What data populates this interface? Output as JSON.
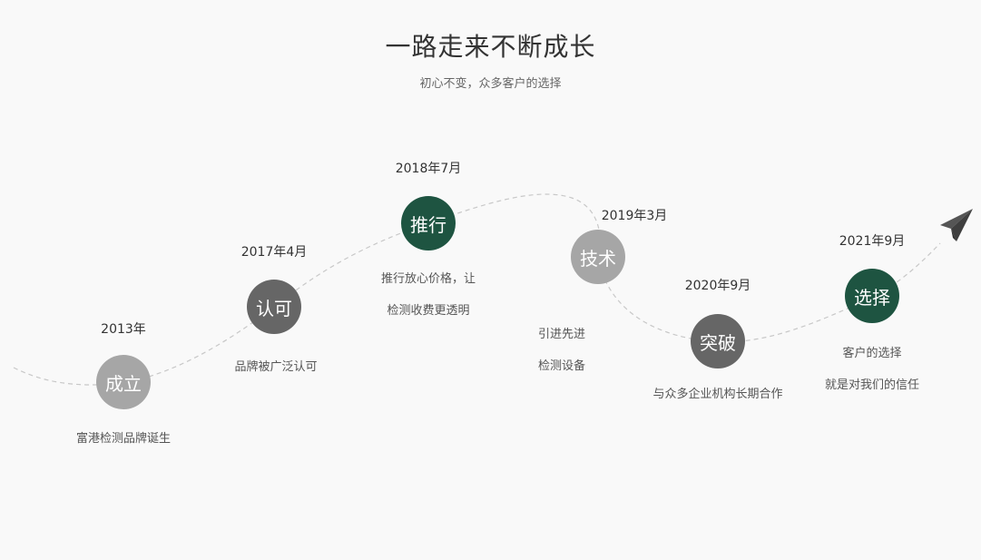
{
  "header": {
    "title": "一路走来不断成长",
    "subtitle": "初心不变，众多客户的选择"
  },
  "milestones": [
    {
      "date": "2013年",
      "label": "成立",
      "desc": [
        "富港检测品牌诞生"
      ]
    },
    {
      "date": "2017年4月",
      "label": "认可",
      "desc": [
        "品牌被广泛认可"
      ]
    },
    {
      "date": "2018年7月",
      "label": "推行",
      "desc": [
        "推行放心价格，让",
        "检测收费更透明"
      ]
    },
    {
      "date": "2019年3月",
      "label": "技术",
      "desc": [
        "引进先进",
        "检测设备"
      ]
    },
    {
      "date": "2020年9月",
      "label": "突破",
      "desc": [
        "与众多企业机构长期合作"
      ]
    },
    {
      "date": "2021年9月",
      "label": "选择",
      "desc": [
        "客户的选择",
        "就是对我们的信任"
      ]
    }
  ],
  "colors": {
    "background": "#f9f9f9",
    "gray_light": "#a6a6a6",
    "gray_dark": "#666666",
    "green": "#1e5441",
    "path": "#c8c8c8"
  },
  "icons": {
    "end": "paper-plane-icon"
  }
}
